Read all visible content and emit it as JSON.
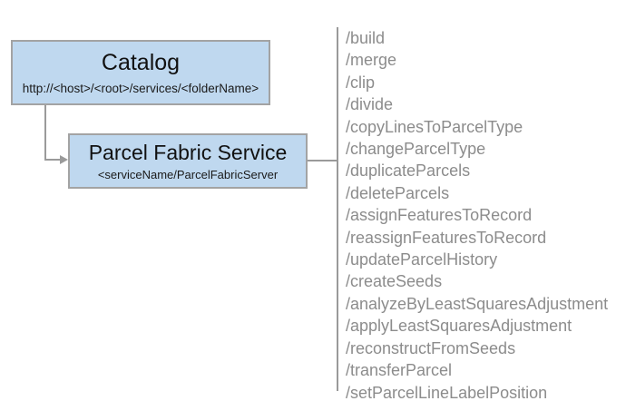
{
  "diagram": {
    "nodes": [
      {
        "id": "catalog",
        "title": "Catalog",
        "subtitle": "http://<host>/<root>/services/<folderName>"
      },
      {
        "id": "parcel-fabric-service",
        "title": "Parcel Fabric Service",
        "subtitle": "<serviceName/ParcelFabricServer"
      }
    ],
    "operations": [
      "/build",
      "/merge",
      "/clip",
      "/divide",
      "/copyLinesToParcelType",
      "/changeParcelType",
      "/duplicateParcels",
      "/deleteParcels",
      "/assignFeaturesToRecord",
      "/reassignFeaturesToRecord",
      "/updateParcelHistory",
      "/createSeeds",
      "/analyzeByLeastSquaresAdjustment",
      "/applyLeastSquaresAdjustment",
      "/reconstructFromSeeds",
      "/transferParcel",
      "/setParcelLineLabelPosition"
    ],
    "colors": {
      "node_fill": "#bfd8ef",
      "node_border": "#a3a3a3",
      "connector": "#9a9a9a",
      "operation_text": "#8c8c8c",
      "background": "#ffffff"
    }
  }
}
